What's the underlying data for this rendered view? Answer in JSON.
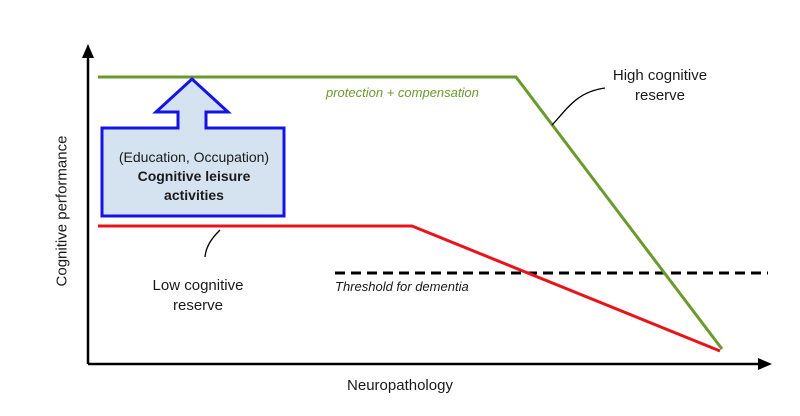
{
  "axes": {
    "x_label": "Neuropathology",
    "y_label": "Cognitive performance"
  },
  "curves": {
    "high": {
      "label_line1": "High cognitive",
      "label_line2": "reserve",
      "color": "#6a9a2c",
      "annotation": "protection + compensation"
    },
    "low": {
      "label_line1": "Low cognitive",
      "label_line2": "reserve",
      "color": "#e8141b"
    }
  },
  "threshold": {
    "label": "Threshold for dementia",
    "color": "#000000"
  },
  "box": {
    "line1": "(Education, Occupation)",
    "line2": "Cognitive leisure",
    "line3": "activities",
    "fill": "#d5e3f0",
    "border": "#1414e6"
  }
}
